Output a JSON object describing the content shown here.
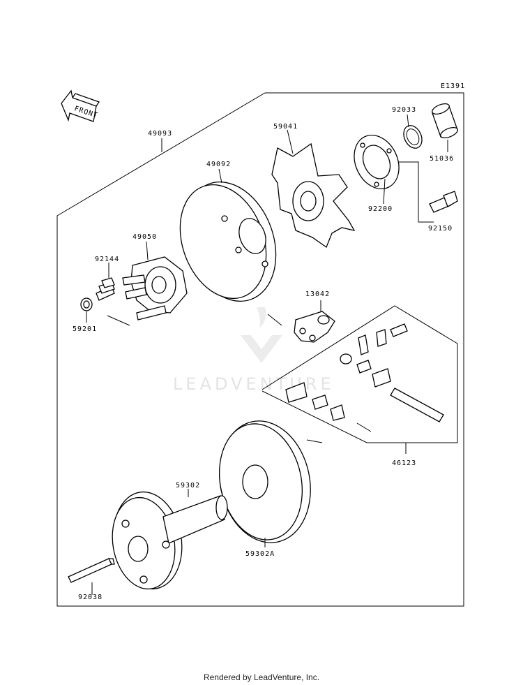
{
  "diagram_code": "E1391",
  "front_label": "FRONT",
  "watermark": "LEADVENTURE",
  "footer": "Rendered by LeadVenture, Inc.",
  "parts": {
    "p49093": "49093",
    "p49092": "49092",
    "p59041": "59041",
    "p92033": "92033",
    "p51036": "51036",
    "p92200": "92200",
    "p92150": "92150",
    "p49050": "49050",
    "p92144": "92144",
    "p59201": "59201",
    "p13042": "13042",
    "p46123": "46123",
    "p59302": "59302",
    "p59302A": "59302A",
    "p92038": "92038"
  }
}
